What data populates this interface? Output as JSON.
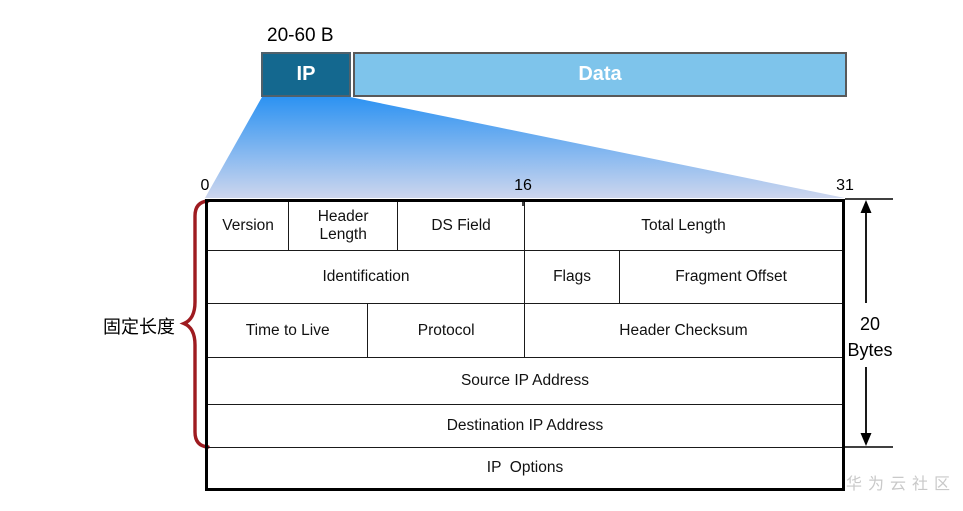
{
  "top_bar": {
    "size_label": "20-60 B",
    "ip_label": "IP",
    "data_label": "Data"
  },
  "bit_scale": {
    "start": "0",
    "middle": "16",
    "end": "31"
  },
  "table": {
    "rows": [
      {
        "cells": [
          "Version",
          "Header Length",
          "DS Field",
          "Total Length"
        ]
      },
      {
        "cells": [
          "Identification",
          "Flags",
          "Fragment Offset"
        ]
      },
      {
        "cells": [
          "Time to Live",
          "Protocol",
          "Header Checksum"
        ]
      },
      {
        "cells": [
          "Source IP Address"
        ]
      },
      {
        "cells": [
          "Destination IP Address"
        ]
      },
      {
        "cells": [
          "IP  Options"
        ]
      }
    ]
  },
  "left_annotation": {
    "label": "固定长度"
  },
  "right_annotation": {
    "value": "20",
    "unit": "Bytes"
  },
  "watermark": "华为云社区",
  "colors": {
    "ip_fill": "#14688F",
    "data_fill": "#7EC4EB",
    "bar_border": "#595959",
    "funnel_top": "#2E93F2",
    "funnel_bottom": "#CDD6EE",
    "brace": "#9E1B20",
    "table_border": "#000000",
    "arrow": "#000000",
    "watermark": "#C9C9C9"
  }
}
